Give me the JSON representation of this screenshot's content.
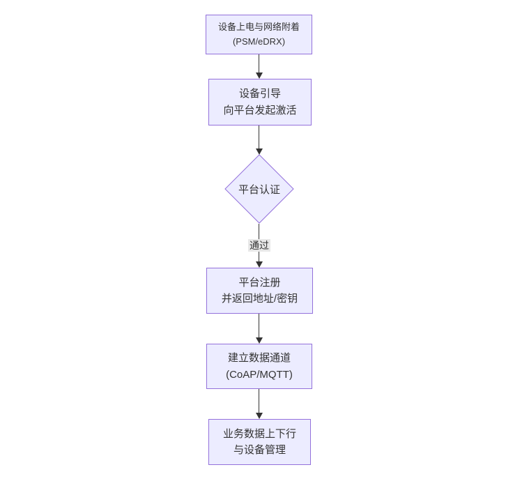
{
  "diagram": {
    "type": "flowchart-vertical",
    "colors": {
      "background": "#ffffff",
      "node_fill": "#ECECFF",
      "node_border": "#9370DB",
      "edge_color": "#333333",
      "text_color": "#333333",
      "label_bg": "#e8e8e8"
    },
    "nodes": [
      {
        "id": "A",
        "shape": "rect",
        "lines": [
          "设备上电与网络附着",
          "(PSM/eDRX)"
        ]
      },
      {
        "id": "B",
        "shape": "rect",
        "lines": [
          "设备引导",
          "向平台发起激活"
        ]
      },
      {
        "id": "C",
        "shape": "diamond",
        "lines": [
          "平台认证"
        ]
      },
      {
        "id": "D",
        "shape": "rect",
        "lines": [
          "平台注册",
          "并返回地址/密钥"
        ]
      },
      {
        "id": "E",
        "shape": "rect",
        "lines": [
          "建立数据通道",
          "(CoAP/MQTT)"
        ]
      },
      {
        "id": "F",
        "shape": "rect",
        "lines": [
          "业务数据上下行",
          "与设备管理"
        ]
      }
    ],
    "edges": [
      {
        "from": "A",
        "to": "B",
        "label": ""
      },
      {
        "from": "B",
        "to": "C",
        "label": ""
      },
      {
        "from": "C",
        "to": "D",
        "label": "通过"
      },
      {
        "from": "D",
        "to": "E",
        "label": ""
      },
      {
        "from": "E",
        "to": "F",
        "label": ""
      }
    ]
  }
}
